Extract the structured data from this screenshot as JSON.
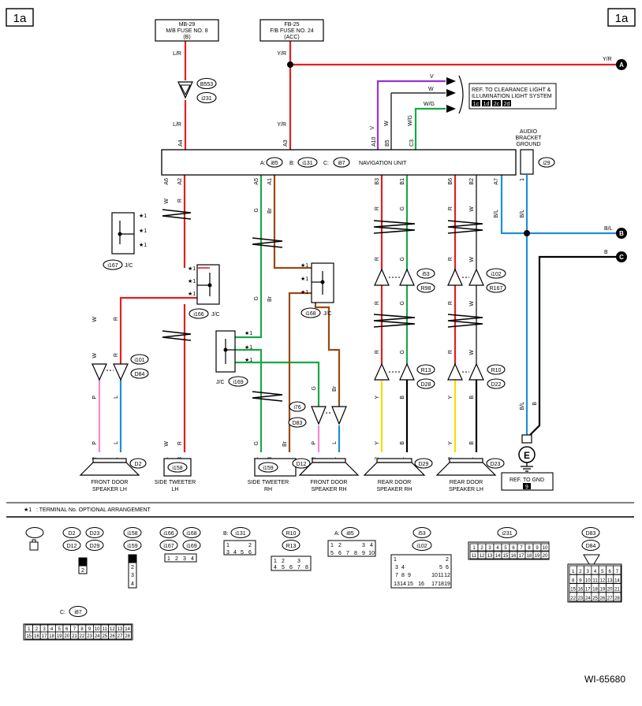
{
  "sheet": {
    "tag": "1a",
    "id": "WI-65680"
  },
  "sources": {
    "mb29": {
      "code": "MB-29",
      "line1": "M/B FUSE NO. 8",
      "line2": "(B)"
    },
    "fb25": {
      "code": "FB-25",
      "line1": "F/B FUSE NO. 24",
      "line2": "(ACC)"
    }
  },
  "ref_light": {
    "line1": "REF. TO CLEARANCE LIGHT &",
    "line2": "ILLUMINATION LIGHT SYSTEM",
    "tags": [
      "1c",
      "1d",
      "2c",
      "2d"
    ]
  },
  "nav_unit": {
    "label": "NAVIGATION UNIT",
    "conn_a": "A:",
    "conn_b": "B:",
    "conn_c": "C:",
    "a": "i85",
    "b": "i131",
    "c": "i87"
  },
  "audio_ground": {
    "line1": "AUDIO",
    "line2": "BRACKET",
    "line3": "GROUND",
    "conn": "i29"
  },
  "ground_ref": {
    "label": "REF. TO GND",
    "tag": "9"
  },
  "connectors": {
    "b553": "B553",
    "i231": "i231",
    "i167": "i167",
    "i166": "i166",
    "i168": "i168",
    "i169": "i169",
    "i101": "i101",
    "d84": "D84",
    "i76": "i76",
    "d83": "D83",
    "i53": "i53",
    "r98": "R98",
    "i102": "i102",
    "r167": "R167",
    "r13": "R13",
    "d28": "D28",
    "r10": "R10",
    "d22": "D22",
    "i158": "i158",
    "i159": "i159",
    "d2": "D2",
    "d12": "D12",
    "d29": "D29",
    "d23": "D23",
    "jc": "J/C"
  },
  "offpage": {
    "a": "A",
    "b": "B",
    "c": "C"
  },
  "wire_colors": {
    "lr": "L/R",
    "yr": "Y/R",
    "v": "V",
    "w": "W",
    "wg": "W/G",
    "bl": "B/L",
    "b": "B",
    "r": "R",
    "g": "G",
    "br": "Br",
    "p": "P",
    "l": "L",
    "y": "Y"
  },
  "pins": {
    "a4": "A4",
    "a3": "A3",
    "a10": "A10",
    "b5": "B5",
    "c3": "C3",
    "a6": "A6",
    "a2": "A2",
    "a5": "A5",
    "a1": "A1",
    "b3": "B3",
    "b1": "B1",
    "b6": "B6",
    "b2": "B2",
    "a7": "A7",
    "p1": "1",
    "p2": "2",
    "p3": "3",
    "p4": "4",
    "p5": "5",
    "p6": "6",
    "p7": "7",
    "p8": "8",
    "p9": "9",
    "p10": "10",
    "p11": "11",
    "p12": "12",
    "p13": "13",
    "p14": "14",
    "p15": "15",
    "p16": "16",
    "p17": "17",
    "p18": "18",
    "p19": "19",
    "p20": "20",
    "p21": "21",
    "p22": "22",
    "p23": "23",
    "p24": "24",
    "p25": "25",
    "p26": "26",
    "p27": "27",
    "p28": "28"
  },
  "star": "★1",
  "components": {
    "fd_lh": [
      "FRONT DOOR",
      "SPEAKER LH"
    ],
    "st_lh": [
      "SIDE TWEETER",
      "LH"
    ],
    "st_rh": [
      "SIDE TWEETER",
      "RH"
    ],
    "fd_rh": [
      "FRONT DOOR",
      "SPEAKER RH"
    ],
    "rd_rh": [
      "REAR DOOR",
      "SPEAKER RH"
    ],
    "rd_lh": [
      "REAR DOOR",
      "SPEAKER LH"
    ]
  },
  "footnote": {
    "mark": "★1",
    "text": ": TERMINAL No. OPTIONAL ARRANGEMENT"
  },
  "colors": {
    "red": "#e02020",
    "green": "#18a84a",
    "brown": "#9a4a12",
    "blue": "#1f8fd6",
    "violet": "#9b30d9",
    "yellow": "#f0e000",
    "pink": "#f08ad0",
    "black": "#000000"
  }
}
